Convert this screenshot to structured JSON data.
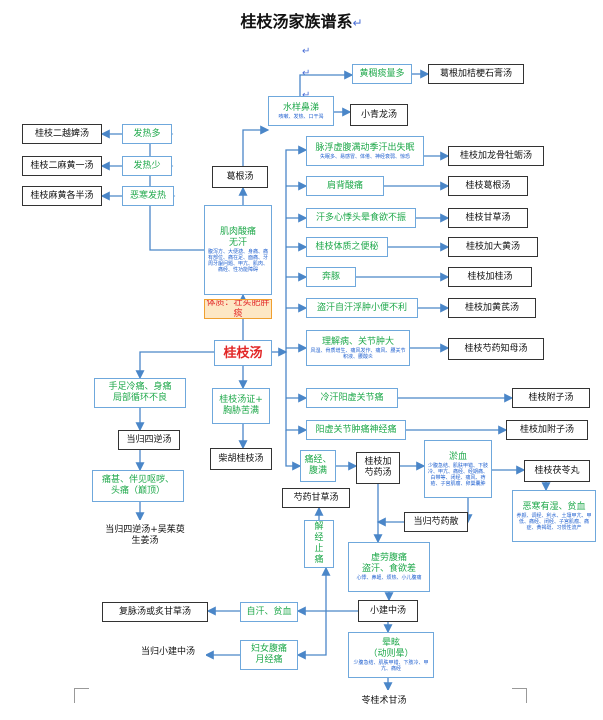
{
  "title": "桂枝汤家族谱系",
  "nodes": [
    {
      "id": "zhongjiao",
      "main": "黄稠痰量多",
      "sub": "",
      "color": "green",
      "border": "blue"
    },
    {
      "id": "gegenjiejie",
      "main": "葛根加桔梗石膏汤",
      "sub": "",
      "color": "black",
      "border": "dark"
    },
    {
      "id": "shuiyang",
      "main": "水样鼻涕",
      "sub": "咳嗽、发热、口干渴",
      "color": "green",
      "border": "blue"
    },
    {
      "id": "xiaoqinglong",
      "main": "小青龙汤",
      "sub": "",
      "color": "black",
      "border": "dark"
    },
    {
      "id": "maifu",
      "main": "脉浮虚腹满动季汗出失眠",
      "sub": "失眠多、易感冒、体倦、神经衰弱、惊恐",
      "color": "green",
      "border": "blue"
    },
    {
      "id": "jzlgml",
      "main": "桂枝加龙骨牡蛎汤",
      "sub": "",
      "color": "black",
      "border": "dark"
    },
    {
      "id": "guiererbi",
      "main": "桂枝二越婢汤",
      "sub": "",
      "color": "black",
      "border": "dark"
    },
    {
      "id": "fare_duo",
      "main": "发热多",
      "sub": "",
      "color": "green",
      "border": "blue"
    },
    {
      "id": "guiermahuang",
      "main": "桂枝二麻黄一汤",
      "sub": "",
      "color": "black",
      "border": "dark"
    },
    {
      "id": "fare_shao",
      "main": "发热少",
      "sub": "",
      "color": "green",
      "border": "blue"
    },
    {
      "id": "gegentang",
      "main": "葛根汤",
      "sub": "",
      "color": "black",
      "border": "dark"
    },
    {
      "id": "jianbei",
      "main": "肩背酸痛",
      "sub": "",
      "color": "green",
      "border": "blue"
    },
    {
      "id": "jzgegen",
      "main": "桂枝葛根汤",
      "sub": "",
      "color": "black",
      "border": "dark"
    },
    {
      "id": "guimaban",
      "main": "桂枝麻黄各半汤",
      "sub": "",
      "color": "black",
      "border": "dark"
    },
    {
      "id": "wuhan",
      "main": "恶寒发热",
      "sub": "",
      "color": "green",
      "border": "blue"
    },
    {
      "id": "jirou",
      "main": "肌肉酸痛\n无汗",
      "sub": "腹泻方、大便溏、身痛、痛有部位、痛在足、面痛、牙周牙龈问题、甲亢、肌肉、痛经、性功能障碍",
      "color": "green",
      "border": "blue"
    },
    {
      "id": "handuo",
      "main": "汗多心悸头晕食欲不振",
      "sub": "",
      "color": "green",
      "border": "blue"
    },
    {
      "id": "jzgancao",
      "main": "桂枝甘草汤",
      "sub": "",
      "color": "black",
      "border": "dark"
    },
    {
      "id": "tizhi",
      "main": "桂枝体质之便秘",
      "sub": "",
      "color": "green",
      "border": "blue"
    },
    {
      "id": "jzdahuang",
      "main": "桂枝加大黄汤",
      "sub": "",
      "color": "black",
      "border": "dark"
    },
    {
      "id": "bentun",
      "main": "奔豚",
      "sub": "",
      "color": "green",
      "border": "blue"
    },
    {
      "id": "jzguizhi",
      "main": "桂枝加桂汤",
      "sub": "",
      "color": "black",
      "border": "dark"
    },
    {
      "id": "tizhi_zhuang",
      "main": "体质：壮实肥胖痰",
      "sub": "",
      "color": "red",
      "border": "orange"
    },
    {
      "id": "daohan",
      "main": "盗汗自汗浮肿小便不利",
      "sub": "",
      "color": "green",
      "border": "blue"
    },
    {
      "id": "jzhuangqi",
      "main": "桂枝加黄芪汤",
      "sub": "",
      "color": "black",
      "border": "dark"
    },
    {
      "id": "guizhitang",
      "main": "桂枝汤",
      "sub": "",
      "color": "red",
      "border": "blue"
    },
    {
      "id": "lixie",
      "main": "理解病、关节肿大",
      "sub": "风湿、骨质增生、痛风发作、痛风、腰关节积液、腰酸炎",
      "color": "green",
      "border": "blue"
    },
    {
      "id": "jzshaoyao",
      "main": "桂枝芍药知母汤",
      "sub": "",
      "color": "black",
      "border": "dark"
    },
    {
      "id": "shouzu",
      "main": "手足冷痛、身痛\n局部循环不良",
      "sub": "",
      "color": "green",
      "border": "blue"
    },
    {
      "id": "jzzheng",
      "main": "桂枝汤证+\n胸胁苦满",
      "sub": "",
      "color": "green",
      "border": "blue"
    },
    {
      "id": "lenghan",
      "main": "冷汗阳虚关节痛",
      "sub": "",
      "color": "green",
      "border": "blue"
    },
    {
      "id": "jzfuzi",
      "main": "桂枝附子汤",
      "sub": "",
      "color": "black",
      "border": "dark"
    },
    {
      "id": "danggui_sini",
      "main": "当归四逆汤",
      "sub": "",
      "color": "black",
      "border": "dark"
    },
    {
      "id": "yangxu",
      "main": "阳虚关节肿痛神经痛",
      "sub": "",
      "color": "green",
      "border": "blue"
    },
    {
      "id": "jzjiafuzi",
      "main": "桂枝加附子汤",
      "sub": "",
      "color": "black",
      "border": "dark"
    },
    {
      "id": "chaihu",
      "main": "柴胡桂枝汤",
      "sub": "",
      "color": "black",
      "border": "dark"
    },
    {
      "id": "yuxue",
      "main": "淤血",
      "sub": "少腹急结、肌肤甲错、下肢冷、甲亢、痛经、经期痛、白带等、闭经、痛风、痔疮、子宫肌瘤、卵巢囊肿",
      "color": "green",
      "border": "blue"
    },
    {
      "id": "jzfuling",
      "main": "桂枝茯苓丸",
      "sub": "",
      "color": "black",
      "border": "dark"
    },
    {
      "id": "tongjing",
      "main": "痛经、\n腹满",
      "sub": "",
      "color": "green",
      "border": "blue"
    },
    {
      "id": "jzshaoyaotang",
      "main": "桂枝加\n芍药汤",
      "sub": "",
      "color": "black",
      "border": "dark"
    },
    {
      "id": "duolei",
      "main": "痛甚、伴见呕哕、\n头痛（巅顶）",
      "sub": "",
      "color": "green",
      "border": "blue"
    },
    {
      "id": "shaoyaogancao",
      "main": "芍药甘草汤",
      "sub": "",
      "color": "black",
      "border": "dark"
    },
    {
      "id": "wuhanxuxue",
      "main": "恶寒有湿、贫血",
      "sub": "养颜、调经、利水、土壤甲亢、甲低、痛经、闭经、子宫肌瘤、痛症、黄褐斑、习惯性流产",
      "color": "green",
      "border": "blue"
    },
    {
      "id": "jiejing",
      "main": "解\n经\n止\n痛",
      "sub": "",
      "color": "green",
      "border": "blue"
    },
    {
      "id": "dangguishaoyao",
      "main": "当归芍药散",
      "sub": "",
      "color": "black",
      "border": "dark"
    },
    {
      "id": "danggui_wuzhuyu",
      "main": "当归四逆汤+吴茱萸\n生姜汤",
      "sub": "",
      "color": "black",
      "border": "none"
    },
    {
      "id": "xulao",
      "main": "虚劳腹痛\n盗汗、食欲差",
      "sub": "心悸、鼻衄、烦热、小儿腹痛",
      "color": "green",
      "border": "blue"
    },
    {
      "id": "fumai",
      "main": "复脉汤或炙甘草汤",
      "sub": "",
      "color": "black",
      "border": "dark"
    },
    {
      "id": "zihan",
      "main": "自汗、贫血",
      "sub": "",
      "color": "green",
      "border": "blue"
    },
    {
      "id": "xiaojianzhong",
      "main": "小建中汤",
      "sub": "",
      "color": "black",
      "border": "dark"
    },
    {
      "id": "danggui_jianzhong",
      "main": "当归小建中汤",
      "sub": "",
      "color": "black",
      "border": "none"
    },
    {
      "id": "funv",
      "main": "妇女腹痛\n月经痛",
      "sub": "",
      "color": "green",
      "border": "blue"
    },
    {
      "id": "xuanyun",
      "main": "晕眩\n（动则晕）",
      "sub": "少腹急结、肌肤甲错、下肢冷、甲亢、痛经",
      "color": "green",
      "border": "blue"
    },
    {
      "id": "linggui",
      "main": "苓桂术甘汤",
      "sub": "",
      "color": "black",
      "border": "none"
    }
  ]
}
